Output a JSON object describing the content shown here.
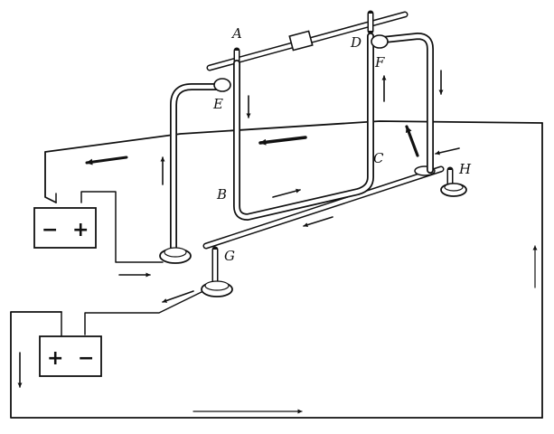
{
  "labels": {
    "A": "A",
    "B": "B",
    "C": "C",
    "D": "D",
    "E": "E",
    "F": "F",
    "G": "G",
    "H": "H"
  },
  "battery_top": {
    "left_sign": "−",
    "right_sign": "+"
  },
  "battery_bottom": {
    "left_sign": "+",
    "right_sign": "−"
  },
  "colors": {
    "ink": "#111111",
    "background": "#ffffff"
  }
}
